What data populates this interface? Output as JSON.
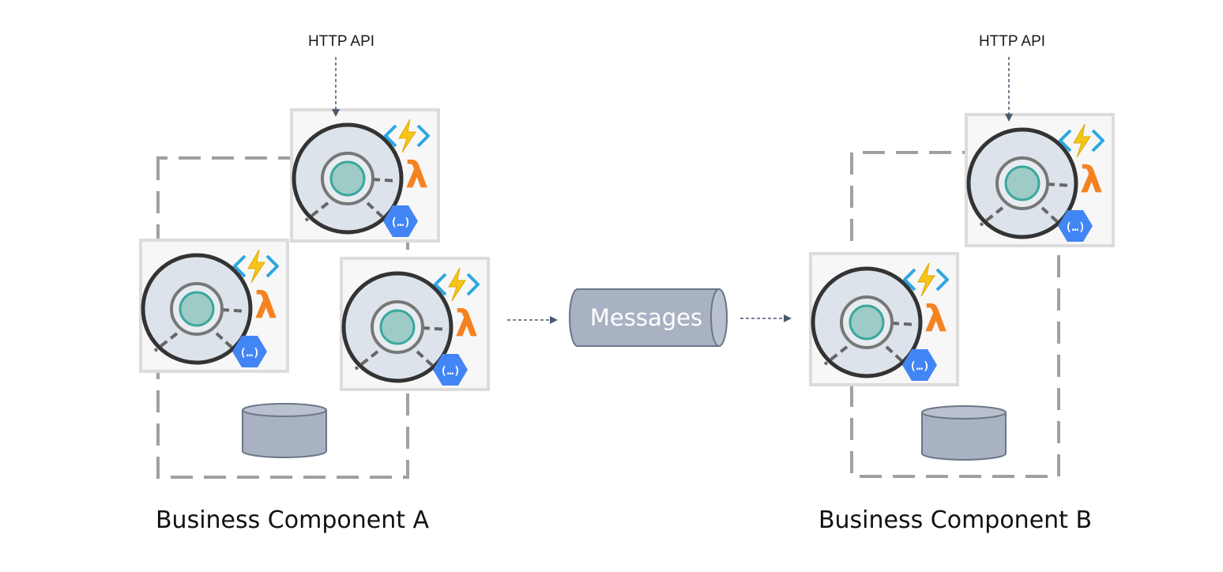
{
  "api_labels": [
    "HTTP API",
    "HTTP API"
  ],
  "components": [
    {
      "label": "Business Component A"
    },
    {
      "label": "Business Component B"
    }
  ],
  "queue": {
    "label": "Messages"
  },
  "icons": {
    "azure_functions": "azure-functions-icon",
    "aws_lambda": "aws-lambda-icon",
    "lambda_glyph": "λ",
    "gcp_functions": "gcp-cloud-functions-icon",
    "gcp_glyph": "(…)"
  },
  "colors": {
    "boundary": "#a0a0a0",
    "card_fill": "#f7f7f7",
    "card_border": "#dcdcdc",
    "node_outer": "#dce3ea",
    "node_ring": "#333333",
    "node_inner": "#9ecbc5",
    "node_inner_ring": "#3aa89e",
    "lambda_orange": "#f58220",
    "azure_yellow": "#f5c518",
    "azure_blue": "#2ea7e0",
    "gcp_blue": "#4285f4",
    "db_fill": "#a9b2c2",
    "queue_fill": "#a9b2c2",
    "arrow": "#4a5a70"
  }
}
